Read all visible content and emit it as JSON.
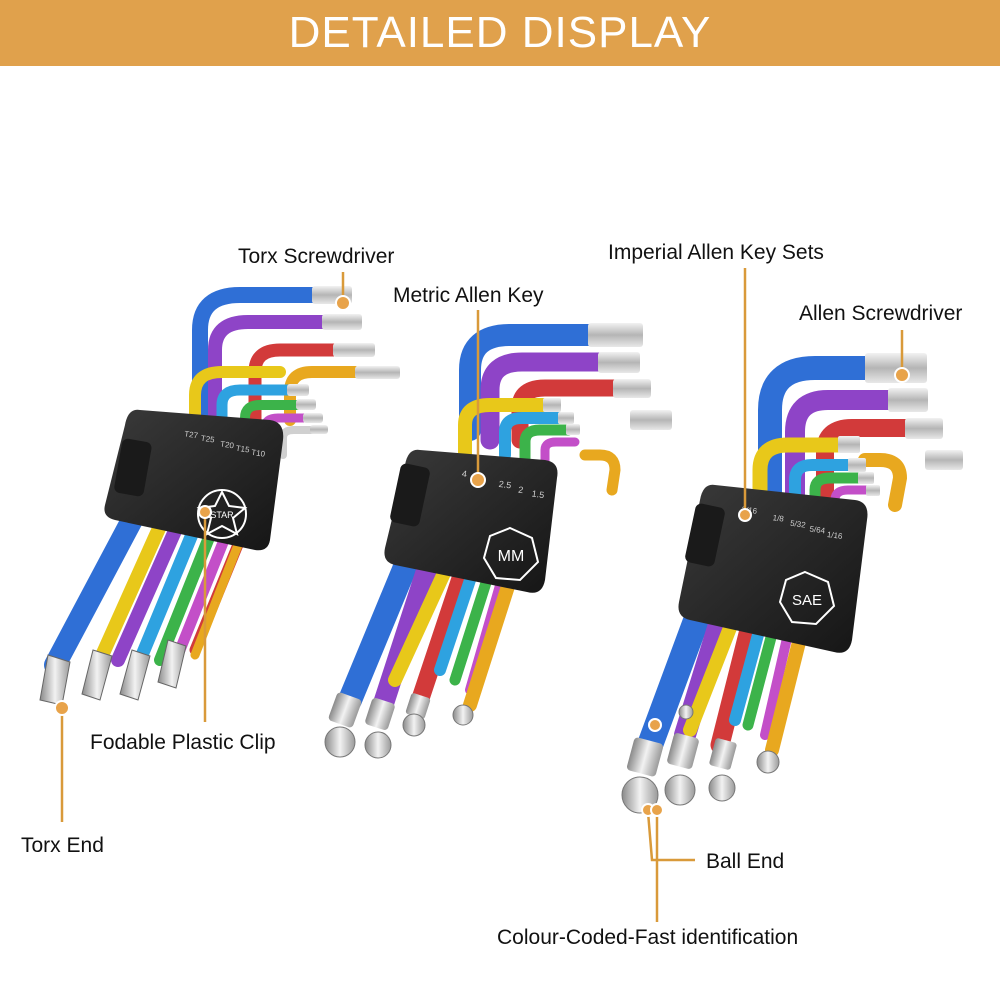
{
  "banner": {
    "title": "DETAILED DISPLAY",
    "color": "#e0a14c"
  },
  "labels": {
    "torx_screwdriver": "Torx Screwdriver",
    "metric_allen_key": "Metric Allen Key",
    "imperial_allen_key_sets": "Imperial Allen Key Sets",
    "allen_screwdriver": "Allen Screwdriver",
    "foldable_plastic_clip": "Fodable Plastic Clip",
    "torx_end": "Torx End",
    "ball_end": "Ball End",
    "colour_coded": "Colour-Coded-Fast identification"
  },
  "badges": {
    "torx": "STAR",
    "metric": "MM",
    "imperial": "SAE"
  },
  "markings": {
    "torx": [
      "T27",
      "T25",
      "T20",
      "T15",
      "T10"
    ],
    "metric": [
      "4",
      "2.5",
      "2",
      "1.5"
    ],
    "imperial": [
      "3/16",
      "1/8",
      "5/32",
      "5/64",
      "1/16"
    ]
  },
  "key_colors": [
    "#2f6fd6",
    "#8e44c7",
    "#d23a3a",
    "#e8c81a",
    "#2ea2e0",
    "#3cb34a",
    "#c34fc8",
    "#e8a81f",
    "#d0d0d0"
  ],
  "callout_color": "#d99a3a",
  "clip_color": "#2b2b2b"
}
